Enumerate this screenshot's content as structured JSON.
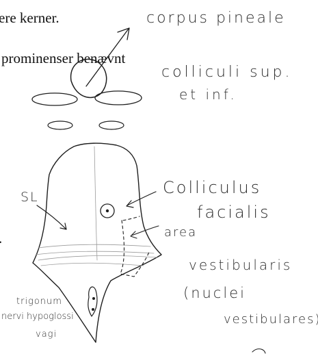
{
  "printed_text": {
    "line1": "ere kerner.",
    "line2": "prominenser benævnt",
    "dot": "."
  },
  "annotations": {
    "corpus_pineale": "corpus pineale",
    "colliculi_line1": "colliculi sup.",
    "colliculi_line2": "et inf.",
    "sl": "SL",
    "colliculus_line1": "Colliculus",
    "colliculus_line2": "facialis",
    "area": "area",
    "vestibularis": "vestibularis",
    "nuclei": "(nuclei",
    "vestibulares": "vestibulares)",
    "trigonum": "trigonum",
    "nervi_hypoglossi": "nervi hypoglossi",
    "vagi": "vagi"
  }
}
